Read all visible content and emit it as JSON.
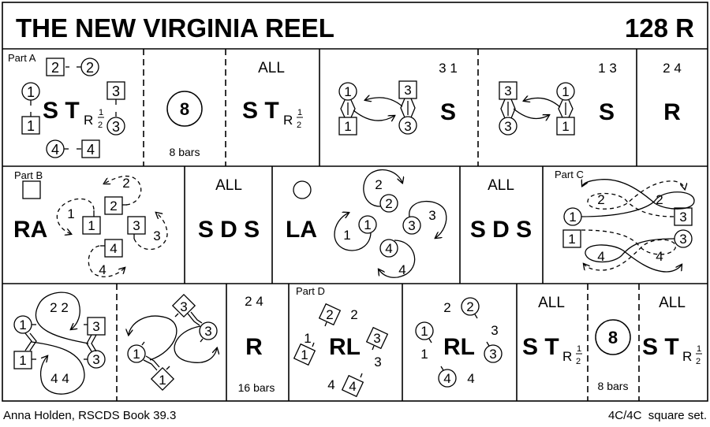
{
  "title": "THE NEW VIRGINIA REEL",
  "dance_type": "128 R",
  "footer": {
    "source": "Anna Holden, RSCDS Book 39.3",
    "set": "4C/4C  square set."
  },
  "colors": {
    "line": "#000000",
    "background": "#ffffff"
  },
  "part_a": {
    "label": "Part A",
    "cell1": {
      "formation": "S T",
      "sub": "R",
      "frac_n": "1",
      "frac_d": "2",
      "dancers": [
        "2",
        "2",
        "1",
        "1",
        "3",
        "3",
        "4",
        "4"
      ]
    },
    "cell2": {
      "circle": "8",
      "bars": "8 bars"
    },
    "cell3": {
      "who": "ALL",
      "formation": "S T",
      "sub": "R",
      "frac_n": "1",
      "frac_d": "2"
    },
    "cell4": {
      "who": "3 1",
      "formation": "S",
      "dancers": [
        "1",
        "1",
        "3",
        "3"
      ]
    },
    "cell5": {
      "who": "1 3",
      "formation": "S",
      "dancers": [
        "3",
        "3",
        "1",
        "1"
      ]
    },
    "cell6": {
      "who": "2 4",
      "formation": "R"
    }
  },
  "part_b": {
    "label": "Part B",
    "cell1": {
      "formation": "RA",
      "dancers": [
        "1",
        "2",
        "3",
        "4"
      ],
      "tracks": [
        "1",
        "2",
        "3",
        "4"
      ]
    },
    "cell2": {
      "who": "ALL",
      "formation": "S D S"
    },
    "cell3": {
      "formation": "LA",
      "dancers": [
        "1",
        "2",
        "3",
        "4"
      ],
      "tracks": [
        "1",
        "2",
        "3",
        "4"
      ]
    },
    "cell4": {
      "who": "ALL",
      "formation": "S D S"
    }
  },
  "part_c": {
    "label": "Part C",
    "dancers": [
      "1",
      "1",
      "3",
      "3"
    ],
    "loops": [
      "2",
      "2",
      "4",
      "4"
    ]
  },
  "part_e": {
    "cell1": {
      "dancers": [
        "1",
        "1",
        "3",
        "3"
      ],
      "tracks": [
        "2 2",
        "4 4"
      ]
    },
    "cell2": {
      "dancers": [
        "3",
        "3",
        "1",
        "1"
      ]
    },
    "cell3": {
      "who": "2 4",
      "formation": "R",
      "bars": "16 bars"
    }
  },
  "part_d": {
    "label": "Part D",
    "cell1": {
      "formation": "RL",
      "dancers": [
        "2",
        "3",
        "1",
        "4"
      ],
      "positions": [
        "2",
        "1",
        "3",
        "4"
      ]
    },
    "cell2": {
      "formation": "RL",
      "dancers": [
        "2",
        "1",
        "3",
        "4"
      ],
      "positions": [
        "2",
        "1",
        "3",
        "4"
      ]
    },
    "cell3": {
      "who": "ALL",
      "formation": "S T",
      "sub": "R",
      "frac_n": "1",
      "frac_d": "2"
    },
    "cell4": {
      "circle": "8",
      "bars": "8 bars"
    },
    "cell5": {
      "who": "ALL",
      "formation": "S T",
      "sub": "R",
      "frac_n": "1",
      "frac_d": "2"
    }
  }
}
